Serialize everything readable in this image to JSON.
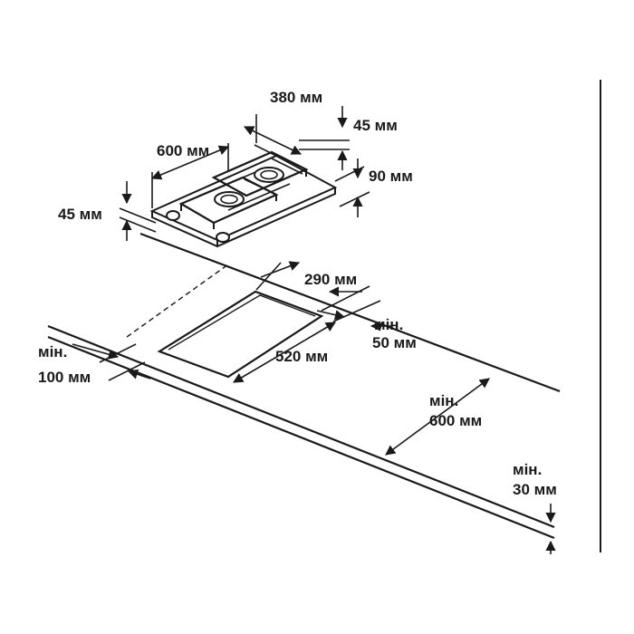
{
  "colors": {
    "line": "#1a1a1a",
    "background": "#ffffff"
  },
  "dimensions": {
    "hob_depth": "380 мм",
    "hob_width": "600 мм",
    "burner_top_height": "45 мм",
    "hob_height": "45 мм",
    "below_hob_height": "90 мм",
    "cutout_side_clearance": "290 мм",
    "min_rear_prefix": "мін.",
    "min_rear_value": "50 мм",
    "cutout_depth": "520 мм",
    "min_front_prefix": "мін.",
    "min_front_value": "100 мм",
    "min_wall_prefix": "мін.",
    "min_wall_value": "600 мм",
    "min_worktop_prefix": "мін.",
    "min_worktop_value": "30 мм"
  }
}
